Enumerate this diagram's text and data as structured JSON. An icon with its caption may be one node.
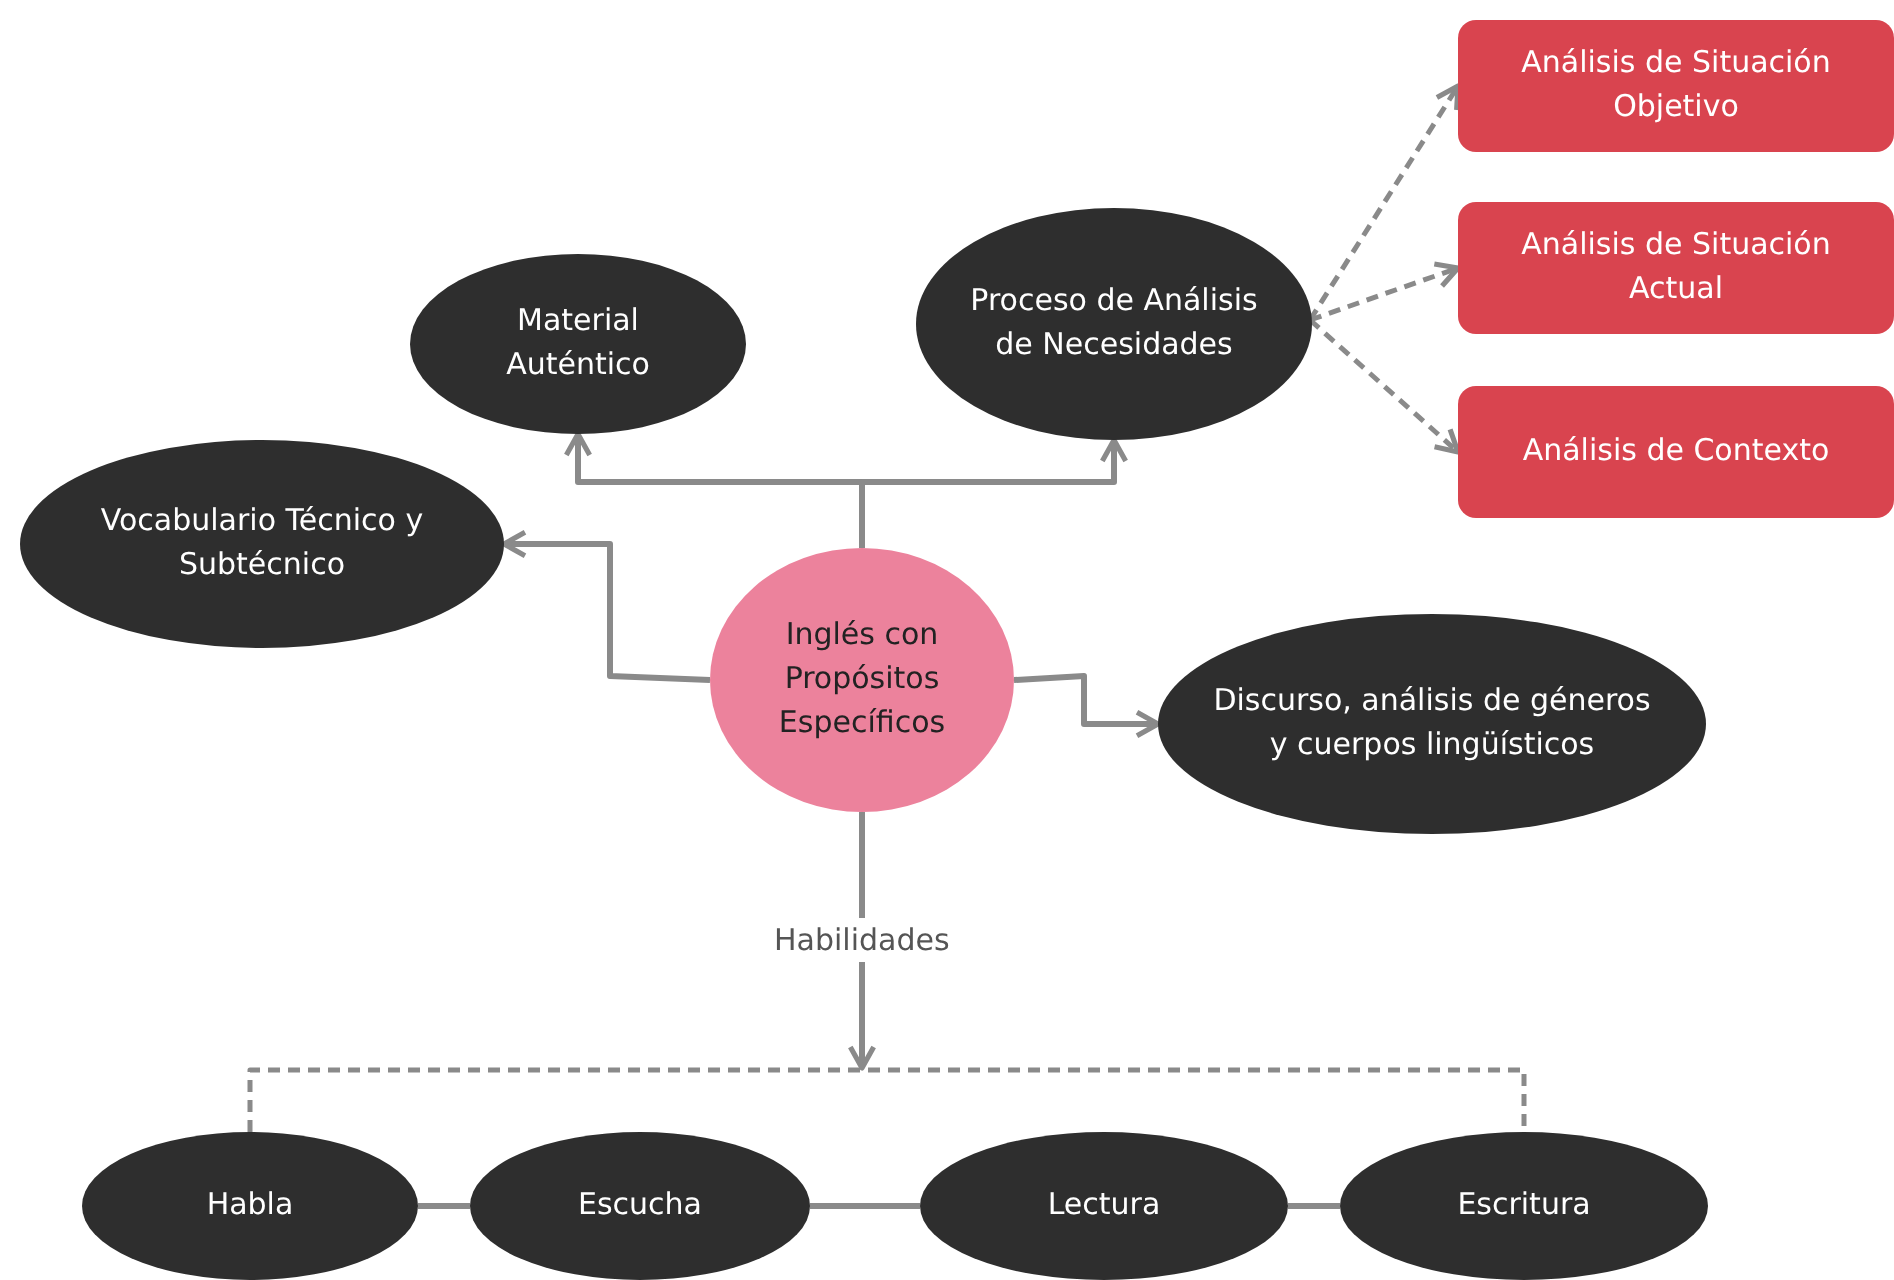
{
  "diagram": {
    "nodes": [
      {
        "text": [
          "Inglés con Propósitos Específicos"
        ]
      },
      {
        "text": [
          "Material Auténtico"
        ]
      },
      {
        "text": [
          "Proceso de Análisis de Necesidades"
        ]
      },
      {
        "text": [
          "Análisis de Situación Objetivo"
        ]
      },
      {
        "text": [
          "Análisis de Situación Actual"
        ]
      },
      {
        "text": [
          "Análisis de Contexto"
        ]
      },
      {
        "text": [
          "Vocabulario Técnico y Subtécnico"
        ]
      },
      {
        "text": [
          "Discurso, análisis de géneros y cuerpos lingüísticos"
        ]
      },
      {
        "text": [
          "Habla"
        ]
      },
      {
        "text": [
          "Escucha"
        ]
      },
      {
        "text": [
          "Lectura"
        ]
      },
      {
        "text": [
          "Escritura"
        ]
      }
    ],
    "edges": [
      {
        "from": 0,
        "to": 1,
        "arrow": "to"
      },
      {
        "from": 0,
        "to": 2,
        "arrow": "to"
      },
      {
        "from": 2,
        "to": 3,
        "arrow": "to",
        "style": "dashed"
      },
      {
        "from": 2,
        "to": 4,
        "arrow": "to",
        "style": "dashed"
      },
      {
        "from": 2,
        "to": 5,
        "arrow": "to",
        "style": "dashed"
      },
      {
        "from": 0,
        "to": 6,
        "arrow": "to"
      },
      {
        "from": 0,
        "to": 7,
        "arrow": "to"
      },
      {
        "from": 0,
        "to": null,
        "arrow": "to",
        "label": "Habilidades"
      },
      {
        "from": 8,
        "to": 11,
        "arrow": "none",
        "style": "dashed"
      },
      {
        "from": 8,
        "to": 9,
        "arrow": "none"
      },
      {
        "from": 9,
        "to": 10,
        "arrow": "none"
      },
      {
        "from": 10,
        "to": 11,
        "arrow": "none"
      }
    ]
  }
}
